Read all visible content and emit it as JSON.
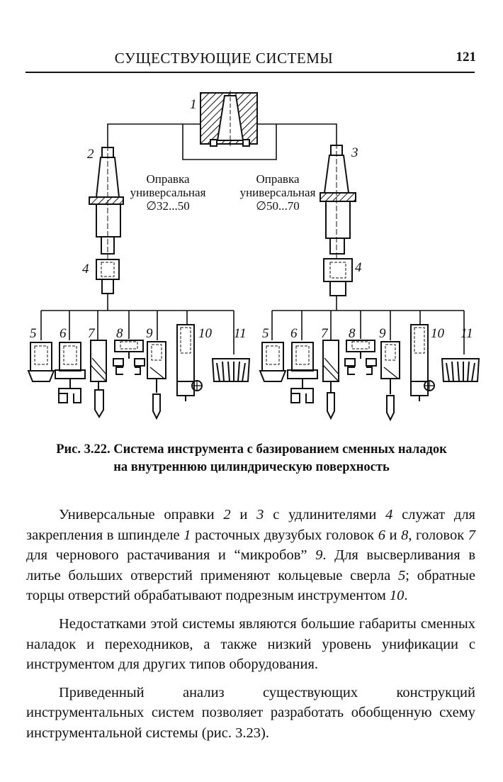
{
  "header": {
    "running_title": "СУЩЕСТВУЮЩИЕ СИСТЕМЫ",
    "page_number": "121"
  },
  "figure": {
    "callouts": {
      "n1": "1",
      "n2": "2",
      "n3": "3",
      "n4l": "4",
      "n4r": "4",
      "n5l": "5",
      "n6l": "6",
      "n7l": "7",
      "n8l": "8",
      "n9l": "9",
      "n10l": "10",
      "n11l": "11",
      "n5r": "5",
      "n6r": "6",
      "n7r": "7",
      "n8r": "8",
      "n9r": "9",
      "n10r": "10",
      "n11r": "11"
    },
    "left_label": {
      "line1": "Оправка",
      "line2": "универсальная",
      "line3": "∅32...50"
    },
    "right_label": {
      "line1": "Оправка",
      "line2": "универсальная",
      "line3": "∅50...70"
    }
  },
  "caption": {
    "line1": "Рис. 3.22. Система инструмента с базированием сменных наладок",
    "line2": "на внутреннюю цилиндрическую поверхность"
  },
  "paragraphs": {
    "p1": [
      "Универсальные оправки ",
      "2",
      " и ",
      "3",
      " с удлинителями ",
      "4",
      " служат для закрепления в шпинделе ",
      "1",
      " расточных двузубых головок ",
      "6",
      " и ",
      "8",
      ", головок ",
      "7",
      " для чернового растачивания и “микробов” ",
      "9",
      ". Для высверливания в литье больших отверстий применяют кольцевые сверла ",
      "5",
      "; обратные торцы отверстий обрабатывают подрезным инструментом ",
      "10",
      "."
    ],
    "p2": "Недостатками этой системы являются большие габариты сменных наладок и переходников, а также низкий уровень унификации с инструментом для других типов оборудования.",
    "p3": "Приведенный анализ существующих конструкций инструментальных систем позволяет разработать обобщенную схему инструментальной системы (рис. 3.23)."
  }
}
